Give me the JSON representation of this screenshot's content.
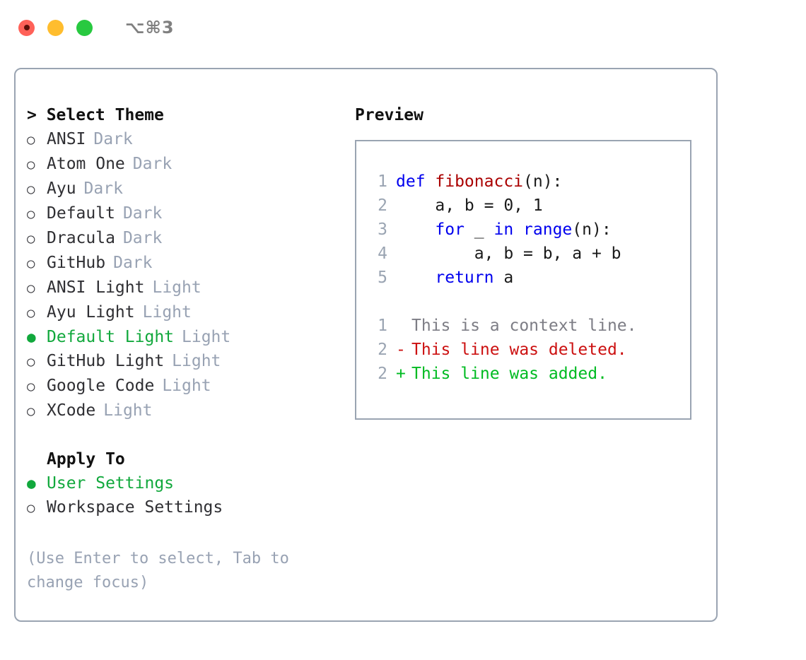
{
  "window": {
    "shortcut_title": "⌥⌘3",
    "traffic_lights": [
      "close-red",
      "minimize-yellow",
      "maximize-green"
    ]
  },
  "colors": {
    "border": "#9aa4b2",
    "selected_green": "#11a83c",
    "muted_gray": "#98a2b3",
    "keyword_blue": "#0000ee",
    "function_red": "#aa0000",
    "diff_delete": "#cc1111",
    "diff_add": "#00bb22"
  },
  "theme_picker": {
    "header": "> Select Theme",
    "marker_unselected": "○",
    "marker_selected": "●",
    "items": [
      {
        "name": "ANSI",
        "category": "Dark",
        "selected": false
      },
      {
        "name": "Atom One",
        "category": "Dark",
        "selected": false
      },
      {
        "name": "Ayu",
        "category": "Dark",
        "selected": false
      },
      {
        "name": "Default",
        "category": "Dark",
        "selected": false
      },
      {
        "name": "Dracula",
        "category": "Dark",
        "selected": false
      },
      {
        "name": "GitHub",
        "category": "Dark",
        "selected": false
      },
      {
        "name": "ANSI Light",
        "category": "Light",
        "selected": false
      },
      {
        "name": "Ayu Light",
        "category": "Light",
        "selected": false
      },
      {
        "name": "Default Light",
        "category": "Light",
        "selected": true
      },
      {
        "name": "GitHub Light",
        "category": "Light",
        "selected": false
      },
      {
        "name": "Google Code",
        "category": "Light",
        "selected": false
      },
      {
        "name": "XCode",
        "category": "Light",
        "selected": false
      }
    ]
  },
  "apply_to": {
    "header": "Apply To",
    "items": [
      {
        "name": "User Settings",
        "selected": true
      },
      {
        "name": "Workspace Settings",
        "selected": false
      }
    ]
  },
  "hint": "(Use Enter to select, Tab to change focus)",
  "preview": {
    "header": "Preview",
    "code_lines": [
      {
        "number": "1",
        "tokens": [
          {
            "text": "def ",
            "kind": "keyword"
          },
          {
            "text": "fibonacci",
            "kind": "function"
          },
          {
            "text": "(n):",
            "kind": "plain"
          }
        ]
      },
      {
        "number": "2",
        "tokens": [
          {
            "text": "    a, b = 0, 1",
            "kind": "plain"
          }
        ]
      },
      {
        "number": "3",
        "tokens": [
          {
            "text": "    for",
            "kind": "keyword"
          },
          {
            "text": " _ ",
            "kind": "plain"
          },
          {
            "text": "in ",
            "kind": "keyword"
          },
          {
            "text": "range",
            "kind": "keyword"
          },
          {
            "text": "(n):",
            "kind": "plain"
          }
        ]
      },
      {
        "number": "4",
        "tokens": [
          {
            "text": "        a, b = b, a + b",
            "kind": "plain"
          }
        ]
      },
      {
        "number": "5",
        "tokens": [
          {
            "text": "    return",
            "kind": "keyword"
          },
          {
            "text": " a",
            "kind": "plain"
          }
        ]
      }
    ],
    "diff_lines": [
      {
        "number": "1",
        "mark": " ",
        "text": "This is a context line.",
        "kind": "context"
      },
      {
        "number": "2",
        "mark": "-",
        "text": "This line was deleted.",
        "kind": "delete"
      },
      {
        "number": "2",
        "mark": "+",
        "text": "This line was added.",
        "kind": "add"
      }
    ]
  }
}
